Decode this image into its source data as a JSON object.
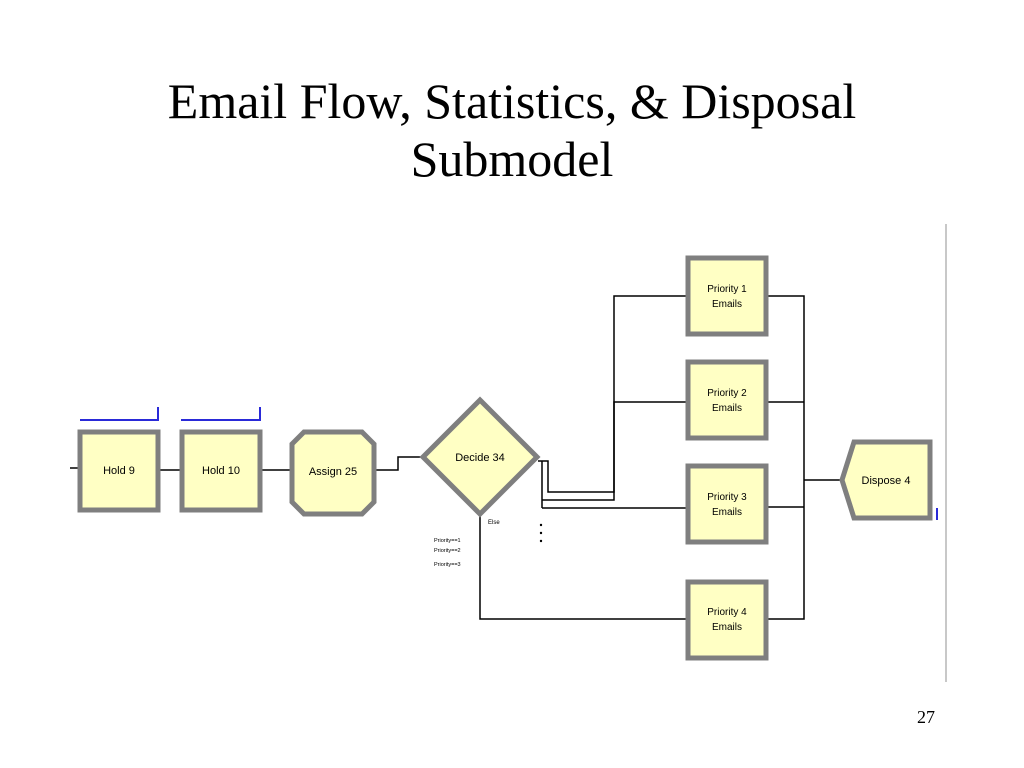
{
  "slide": {
    "title_line1": "Email Flow, Statistics, & Disposal",
    "title_line2": "Submodel",
    "page_number": "27"
  },
  "diagram": {
    "modules": {
      "hold9": "Hold 9",
      "hold10": "Hold 10",
      "assign25": "Assign 25",
      "decide34": "Decide 34",
      "dispose4": "Dispose 4"
    },
    "priority_processes": [
      {
        "line1": "Priority 1",
        "line2": "Emails"
      },
      {
        "line1": "Priority 2",
        "line2": "Emails"
      },
      {
        "line1": "Priority 3",
        "line2": "Emails"
      },
      {
        "line1": "Priority 4",
        "line2": "Emails"
      }
    ],
    "decide_else_label": "Else",
    "decide_conditions": [
      "Priority==1",
      "Priority==2",
      "Priority==3"
    ],
    "colors": {
      "module_fill": "#FFFFC4",
      "module_border": "#7F7F7F",
      "connector": "#000000",
      "queue_line": "#2A2AD8"
    }
  }
}
